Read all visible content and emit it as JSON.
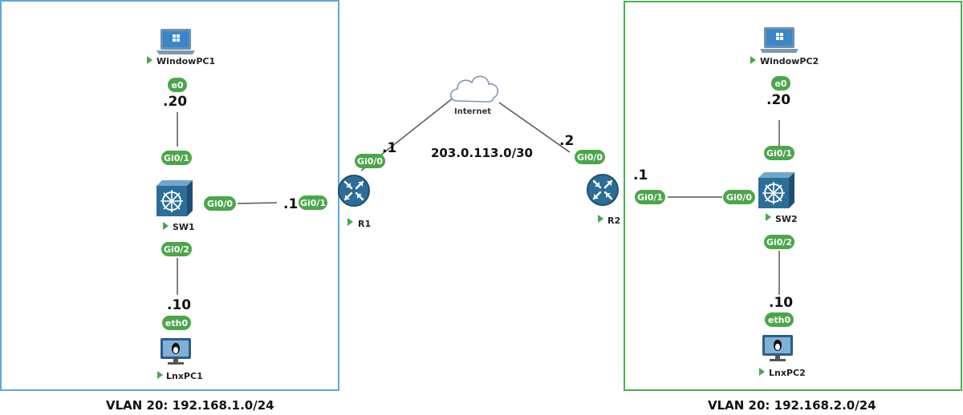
{
  "colors": {
    "left_box": "#5aaad8",
    "right_box": "#4caf50",
    "port_pill": "#4aa64a",
    "device_blue": "#2c6e99",
    "link": "#555555"
  },
  "left_network": {
    "label": "VLAN 20: 192.168.1.0/24",
    "windows_pc": {
      "name": "WindowPC1",
      "port": "e0",
      "ip": ".20",
      "icon": "laptop-windows-icon"
    },
    "switch": {
      "name": "SW1",
      "port_top": "Gi0/1",
      "port_right": "Gi0/0",
      "port_bottom": "Gi0/2",
      "icon": "switch-icon"
    },
    "linux_pc": {
      "name": "LnxPC1",
      "port": "eth0",
      "ip": ".10",
      "icon": "monitor-linux-icon"
    }
  },
  "router1": {
    "name": "R1",
    "port_left": "Gi0/1",
    "ip_left": ".1",
    "port_top": "Gi0/0",
    "ip_top": ".1",
    "icon": "router-icon"
  },
  "internet": {
    "label": "Internet",
    "network": "203.0.113.0/30",
    "icon": "cloud-icon"
  },
  "router2": {
    "name": "R2",
    "port_top": "Gi0/0",
    "ip_top": ".2",
    "port_right": "Gi0/1",
    "ip_right": ".1",
    "icon": "router-icon"
  },
  "right_network": {
    "label": "VLAN 20: 192.168.2.0/24",
    "windows_pc": {
      "name": "WindowPC2",
      "port": "e0",
      "ip": ".20",
      "icon": "laptop-windows-icon"
    },
    "switch": {
      "name": "SW2",
      "port_top": "Gi0/1",
      "port_left": "Gi0/0",
      "port_bottom": "Gi0/2",
      "icon": "switch-icon"
    },
    "linux_pc": {
      "name": "LnxPC2",
      "port": "eth0",
      "ip": ".10",
      "icon": "monitor-linux-icon"
    }
  }
}
